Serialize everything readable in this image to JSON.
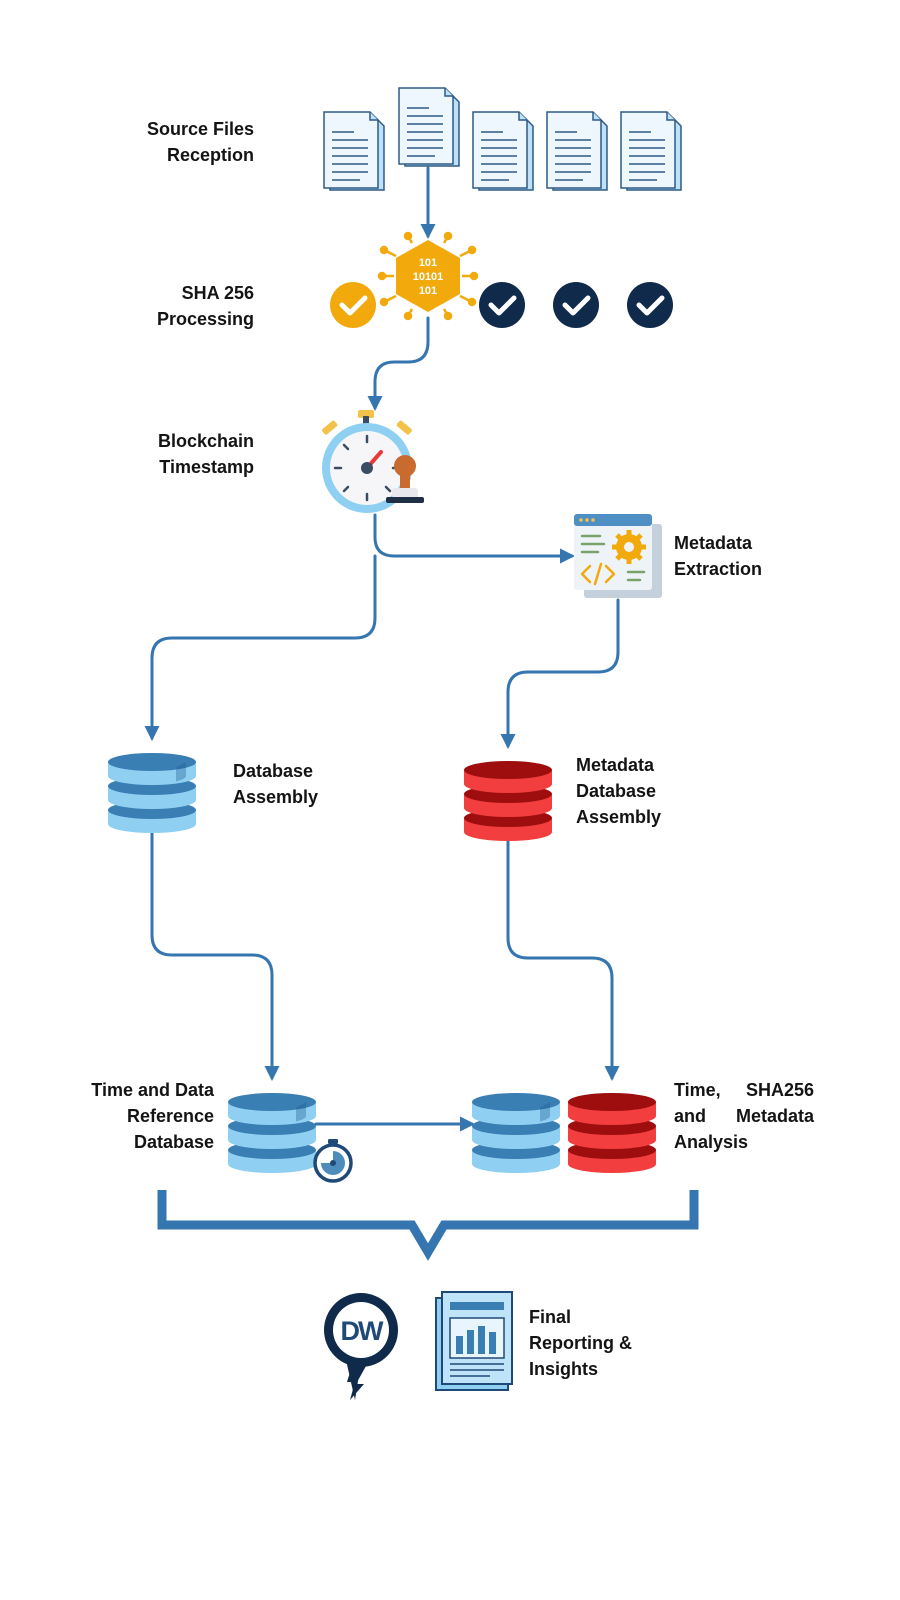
{
  "steps": {
    "source_files": "Source Files\nReception",
    "sha_processing": "SHA 256\nProcessing",
    "blockchain_timestamp": "Blockchain\nTimestamp",
    "metadata_extraction": "Metadata\nExtraction",
    "database_assembly": "Database\nAssembly",
    "metadata_database_assembly": "Metadata\nDatabase\nAssembly",
    "time_data_reference": "Time and Data\nReference\nDatabase",
    "analysis": "Time, SHA256\nand Metadata\nAnalysis",
    "final_reporting": "Final\nReporting &\nInsights"
  },
  "hash_icon_text": [
    "101",
    "10101",
    "101"
  ],
  "logo_text": "DW",
  "colors": {
    "connector": "#3576b0",
    "doc_blue": "#d6ecfb",
    "db_blue_light": "#8fd0f2",
    "db_blue_dark": "#3a7fb4",
    "db_red_light": "#f23e3e",
    "db_red_dark": "#9e0e0e",
    "check_gold": "#f2a90c",
    "check_navy": "#0f2a4a"
  }
}
